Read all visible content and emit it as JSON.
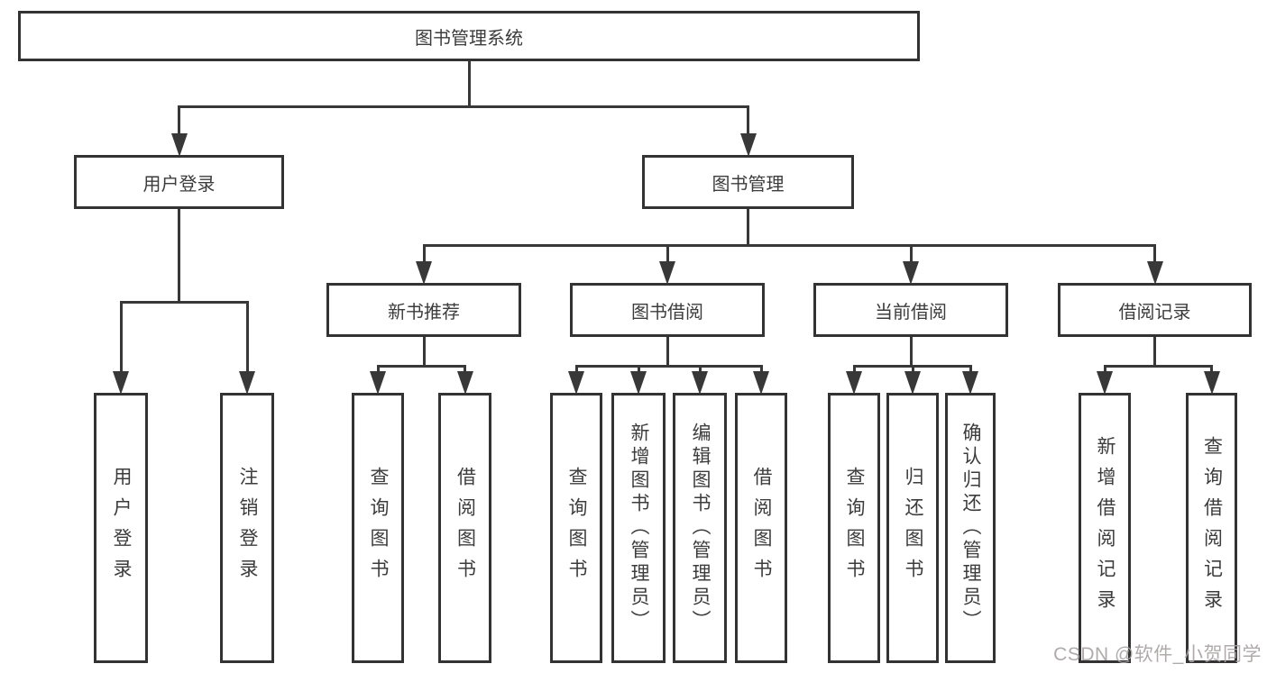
{
  "diagram": {
    "title": "图书管理系统",
    "watermark": "CSDN @软件_小贺同学",
    "colors": {
      "background": "#ffffff",
      "box_border": "#333333",
      "line": "#383838",
      "text": "#3c3c3c",
      "watermark": "#a9a4a4"
    },
    "nodes": [
      {
        "id": "book-management-system",
        "label": "图书管理系统",
        "level": 1,
        "orientation": "horizontal"
      },
      {
        "id": "user-login-branch",
        "label": "用户登录",
        "level": 2,
        "orientation": "horizontal"
      },
      {
        "id": "book-management",
        "label": "图书管理",
        "level": 2,
        "orientation": "horizontal"
      },
      {
        "id": "new-book-recommend",
        "label": "新书推荐",
        "level": 3,
        "orientation": "horizontal"
      },
      {
        "id": "book-borrowing",
        "label": "图书借阅",
        "level": 3,
        "orientation": "horizontal"
      },
      {
        "id": "current-borrowing",
        "label": "当前借阅",
        "level": 3,
        "orientation": "horizontal"
      },
      {
        "id": "borrowing-records",
        "label": "借阅记录",
        "level": 3,
        "orientation": "horizontal"
      },
      {
        "id": "user-login-leaf",
        "label": "用户登录",
        "level": 4,
        "orientation": "vertical"
      },
      {
        "id": "logout",
        "label": "注销登录",
        "level": 4,
        "orientation": "vertical"
      },
      {
        "id": "nb-query-books",
        "label": "查询图书",
        "level": 4,
        "orientation": "vertical"
      },
      {
        "id": "nb-borrow-books",
        "label": "借阅图书",
        "level": 4,
        "orientation": "vertical"
      },
      {
        "id": "bw-query-books",
        "label": "查询图书",
        "level": 4,
        "orientation": "vertical"
      },
      {
        "id": "bw-add-books-admin",
        "label": "新增图书（管理员）",
        "level": 4,
        "orientation": "vertical"
      },
      {
        "id": "bw-edit-books-admin",
        "label": "编辑图书（管理员）",
        "level": 4,
        "orientation": "vertical"
      },
      {
        "id": "bw-borrow-books",
        "label": "借阅图书",
        "level": 4,
        "orientation": "vertical"
      },
      {
        "id": "cu-query-books",
        "label": "查询图书",
        "level": 4,
        "orientation": "vertical"
      },
      {
        "id": "cu-return-books",
        "label": "归还图书",
        "level": 4,
        "orientation": "vertical"
      },
      {
        "id": "cu-confirm-return-admin",
        "label": "确认归还（管理员）",
        "level": 4,
        "orientation": "vertical"
      },
      {
        "id": "rc-add-record",
        "label": "新增借阅记录",
        "level": 4,
        "orientation": "vertical"
      },
      {
        "id": "rc-query-record",
        "label": "查询借阅记录",
        "level": 4,
        "orientation": "vertical"
      }
    ],
    "edges": [
      {
        "from": "book-management-system",
        "to": [
          "user-login-branch",
          "book-management"
        ]
      },
      {
        "from": "user-login-branch",
        "to": [
          "user-login-leaf",
          "logout"
        ]
      },
      {
        "from": "book-management",
        "to": [
          "new-book-recommend",
          "book-borrowing",
          "current-borrowing",
          "borrowing-records"
        ]
      },
      {
        "from": "new-book-recommend",
        "to": [
          "nb-query-books",
          "nb-borrow-books"
        ]
      },
      {
        "from": "book-borrowing",
        "to": [
          "bw-query-books",
          "bw-add-books-admin",
          "bw-edit-books-admin",
          "bw-borrow-books"
        ]
      },
      {
        "from": "current-borrowing",
        "to": [
          "cu-query-books",
          "cu-return-books",
          "cu-confirm-return-admin"
        ]
      },
      {
        "from": "borrowing-records",
        "to": [
          "rc-add-record",
          "rc-query-record"
        ]
      }
    ]
  }
}
